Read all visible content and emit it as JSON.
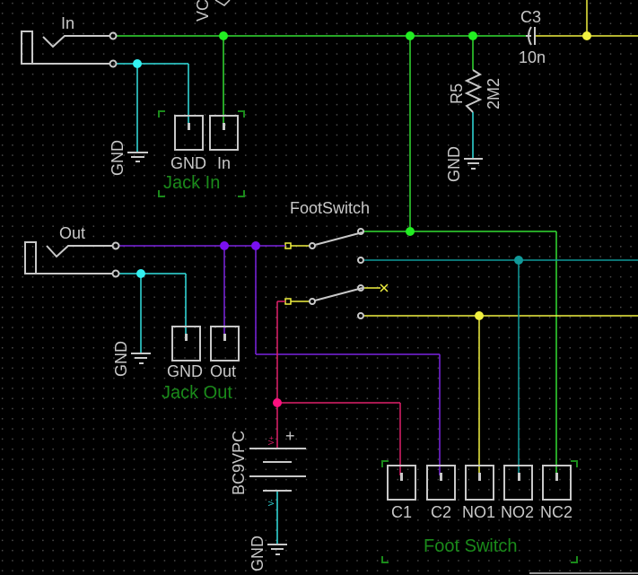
{
  "colors": {
    "background": "#000000",
    "part": "#c8c8c8",
    "net_signal_in": "#33dd33",
    "net_gnd": "#33e0e0",
    "net_out": "#7a22e0",
    "net_battery": "#e0206a",
    "net_yellow": "#f0f040",
    "net_teal": "#119999",
    "ref_label": "#1a8a1a"
  },
  "jack_in": {
    "name": "In",
    "ref": "Jack In",
    "pins": [
      "GND",
      "In"
    ]
  },
  "jack_out": {
    "name": "Out",
    "ref": "Jack Out",
    "pins": [
      "GND",
      "Out"
    ]
  },
  "vcc_label": "VC",
  "capacitor": {
    "ref": "C3",
    "value": "10n"
  },
  "resistor": {
    "ref": "R5",
    "value": "2M2"
  },
  "gnd_label": "GND",
  "switch": {
    "name": "FootSwitch",
    "ref": "Foot Switch",
    "pins": [
      "C1",
      "C2",
      "NO1",
      "NO2",
      "NC2"
    ]
  },
  "battery": {
    "name": "BC9VPC",
    "plus": "+",
    "pin_pos": "V+",
    "pin_neg": "V-"
  }
}
